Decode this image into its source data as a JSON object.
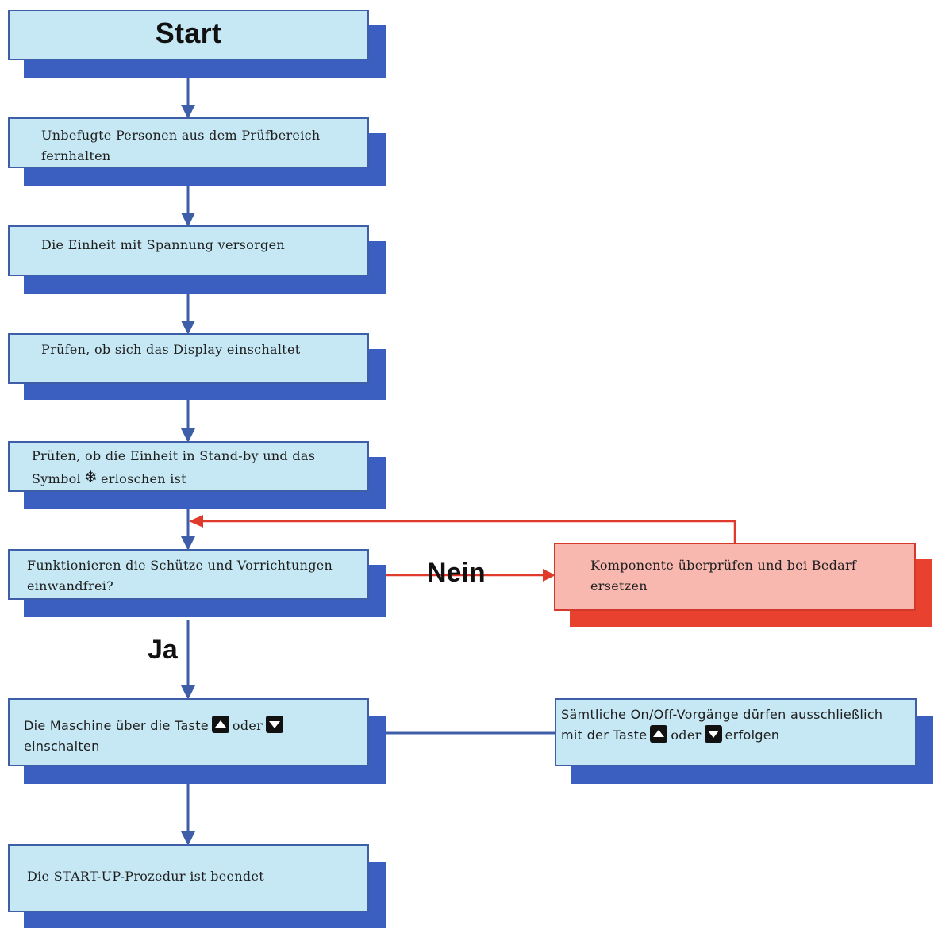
{
  "steps": {
    "start": "Start",
    "step1": {
      "line1": "Unbefugte Personen aus dem Prüfbereich",
      "line2": "fernhalten"
    },
    "step2": "Die Einheit mit Spannung versorgen",
    "step3": "Prüfen, ob sich das Display einschaltet",
    "step4": {
      "line1": "Prüfen, ob die Einheit in Stand-by und das",
      "line2_a": "Symbol",
      "line2_b": "erloschen ist"
    },
    "step5": {
      "line1": "Funktionieren die Schütze und Vorrichtungen",
      "line2": "einwandfrei?"
    },
    "step6": {
      "line1_a": "Die Maschine über die Taste",
      "line1_b": "oder",
      "line2": "einschalten"
    },
    "step7": "Die START-UP-Prozedur ist beendet"
  },
  "side": {
    "repair": "Komponente überprüfen und bei Bedarf ersetzen",
    "note": {
      "line1": "Sämtliche On/Off-Vorgänge dürfen ausschließlich",
      "line2_a": "mit der Taste",
      "line2_b": "oder",
      "line2_c": "erfolgen"
    }
  },
  "labels": {
    "no": "Nein",
    "yes": "Ja"
  },
  "icons": {
    "snowflake": "snowflake-icon",
    "up": "up-key-icon",
    "down": "down-key-icon"
  },
  "colors": {
    "box_fill": "#c6e8f4",
    "box_border": "#3f5ea8",
    "shadow": "#3b5fc0",
    "error_fill": "#f8b8b0",
    "error_shadow": "#e8412f",
    "error_line": "#e03a2c",
    "flow_line": "#3f5ea8"
  }
}
